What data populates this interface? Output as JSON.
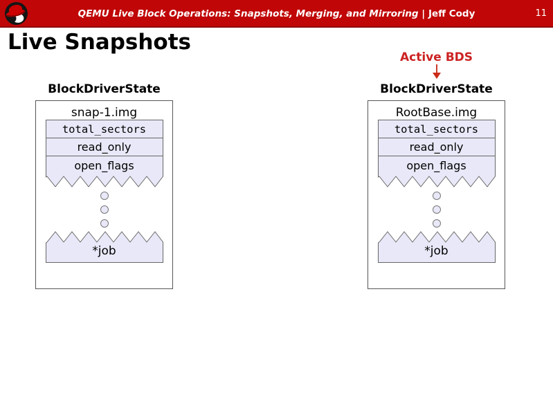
{
  "header": {
    "title": "QEMU Live Block Operations: Snapshots, Merging, and Mirroring",
    "separator": " | ",
    "author": "Jeff Cody",
    "page_number": "11"
  },
  "slide": {
    "title": "Live Snapshots"
  },
  "annotation": {
    "active_bds_label": "Active BDS",
    "arrow_icon": "down-arrow-icon"
  },
  "diagrams": [
    {
      "title": "BlockDriverState",
      "image_name": "snap-1.img",
      "fields": [
        "total_sectors",
        "read_only",
        "open_flags"
      ],
      "job_field": "*job"
    },
    {
      "title": "BlockDriverState",
      "image_name": "RootBase.img",
      "fields": [
        "total_sectors",
        "read_only",
        "open_flags"
      ],
      "job_field": "*job"
    }
  ],
  "icons": {
    "logo": "redhat-shadowman-icon"
  },
  "colors": {
    "header_red": "#c00606",
    "accent_red": "#cc2222",
    "field_fill": "#e8e8f8",
    "field_border": "#666666",
    "box_border": "#555555"
  }
}
